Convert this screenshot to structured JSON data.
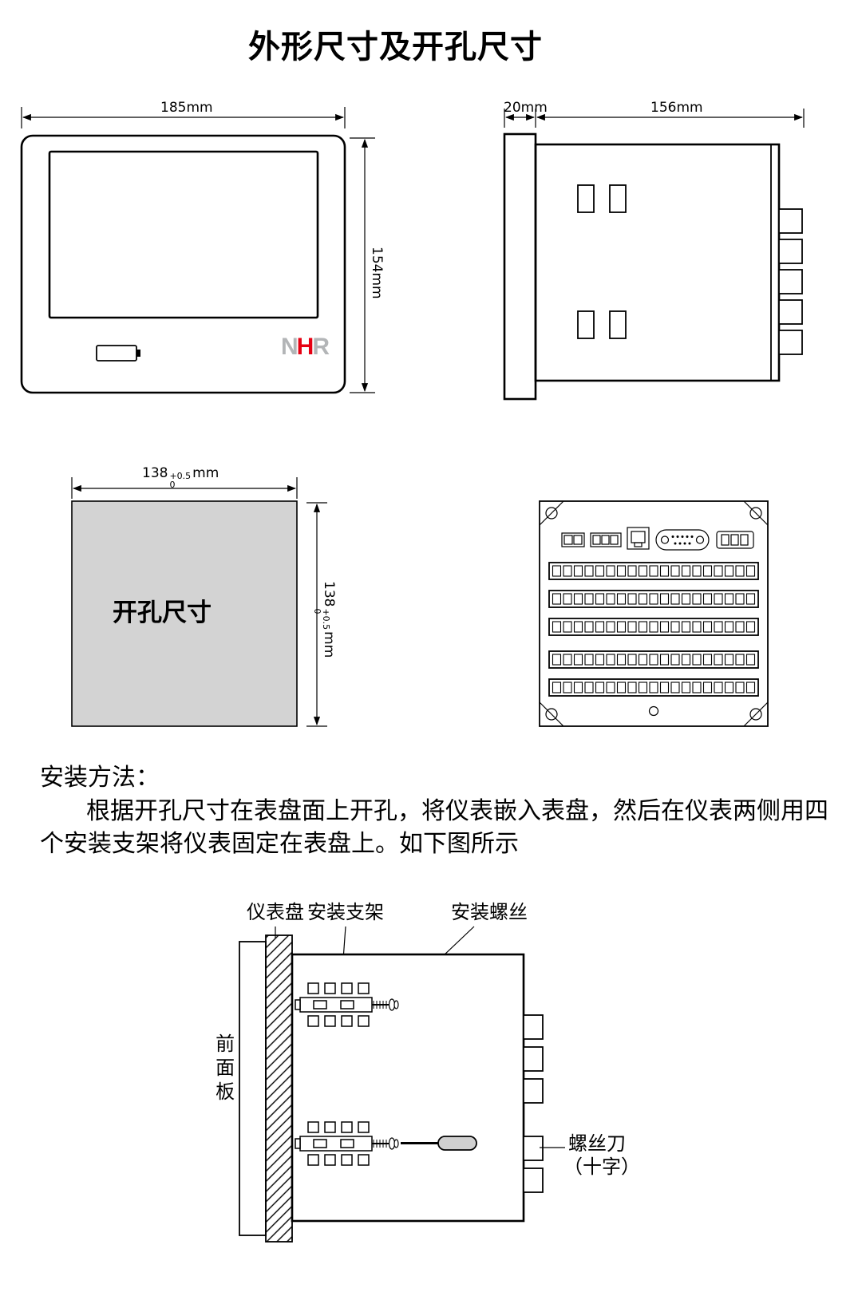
{
  "page": {
    "title": "外形尺寸及开孔尺寸"
  },
  "front_view": {
    "width_dim": "185mm",
    "height_dim": "154mm",
    "logo": {
      "n": "N",
      "h": "H",
      "r": "R"
    }
  },
  "side_view": {
    "bezel_dim": "20mm",
    "depth_dim": "156mm"
  },
  "cutout": {
    "label": "开孔尺寸",
    "width": {
      "value": "138",
      "tol_plus": "+0.5",
      "tol_minus": "0",
      "unit": "mm"
    },
    "height": {
      "value": "138",
      "tol_plus": "+0.5",
      "tol_minus": "0",
      "unit": "mm"
    }
  },
  "install": {
    "heading": "安装方法：",
    "line1": "根据开孔尺寸在表盘面上开孔，将仪表嵌入表盘，然后在仪表两侧用四",
    "line2": "个安装支架将仪表固定在表盘上。如下图所示"
  },
  "mount_diagram": {
    "panel_label": "仪表盘",
    "bracket_label": "安装支架",
    "screw_label": "安装螺丝",
    "front_panel_label": "前面板",
    "screwdriver_label": "螺丝刀",
    "screwdriver_type": "（十字）"
  },
  "colors": {
    "logo_gray": "#b3b5b7",
    "logo_red": "#e60012",
    "cutout_fill": "#d3d3d3"
  }
}
